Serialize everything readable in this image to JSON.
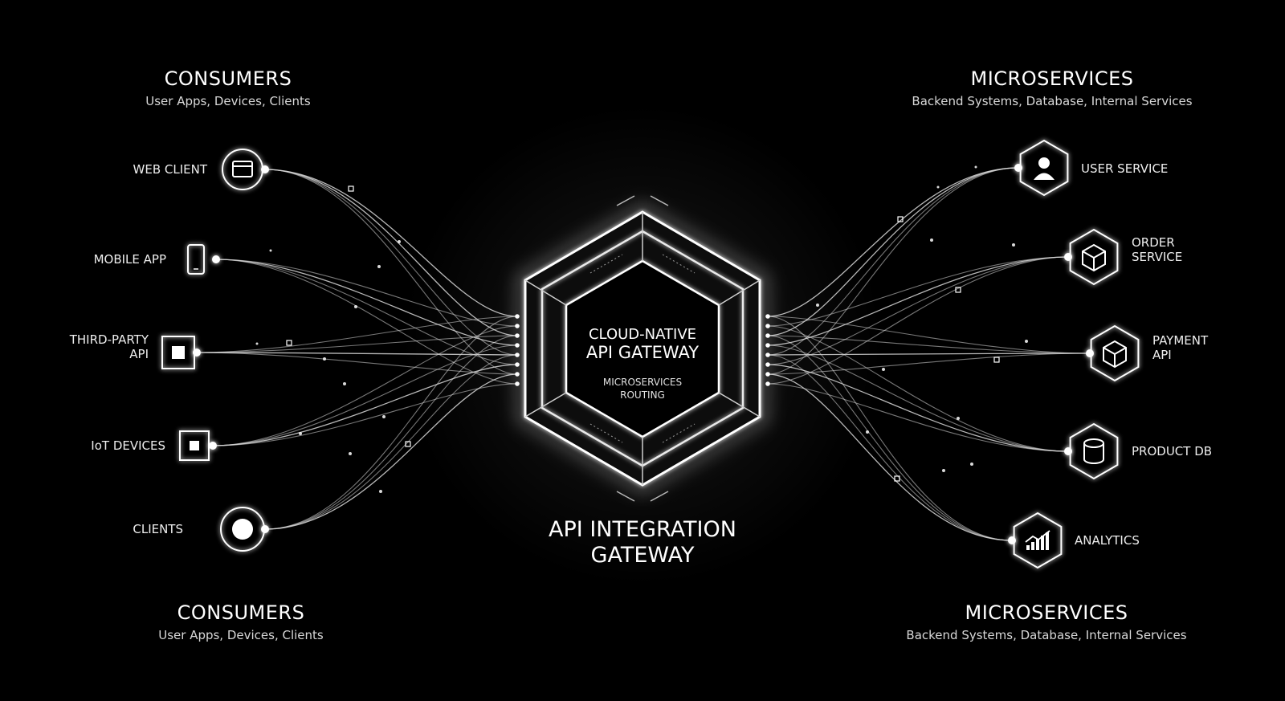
{
  "left_top": {
    "heading": "CONSUMERS",
    "sub": "User Apps, Devices, Clients"
  },
  "left_bottom": {
    "heading": "CONSUMERS",
    "sub": "User Apps, Devices, Clients"
  },
  "right_top": {
    "heading": "MICROSERVICES",
    "sub": "Backend Systems, Database, Internal Services"
  },
  "right_bottom": {
    "heading": "MICROSERVICES",
    "sub": "Backend Systems, Database, Internal Services"
  },
  "core": {
    "line1": "CLOUD-NATIVE",
    "line2": "API GATEWAY",
    "sub1": "MICROSERVICES",
    "sub2": "ROUTING"
  },
  "gateway_title": {
    "line1": "API INTEGRATION",
    "line2": "GATEWAY"
  },
  "consumers": [
    {
      "id": "web-client",
      "label_lines": [
        "WEB CLIENT"
      ],
      "icon": "browser-icon"
    },
    {
      "id": "mobile-app",
      "label_lines": [
        "MOBILE APP"
      ],
      "icon": "mobile-phone-icon"
    },
    {
      "id": "third-party-api",
      "label_lines": [
        "THIRD-PARTY",
        "API"
      ],
      "icon": "api-square-icon"
    },
    {
      "id": "iot-devices",
      "label_lines": [
        "IoT DEVICES"
      ],
      "icon": "iot-chip-icon"
    },
    {
      "id": "clients",
      "label_lines": [
        "CLIENTS"
      ],
      "icon": "client-circle-icon"
    }
  ],
  "services": [
    {
      "id": "user-service",
      "label_lines": [
        "USER SERVICE"
      ],
      "icon": "user-icon"
    },
    {
      "id": "order-service",
      "label_lines": [
        "ORDER",
        "SERVICE"
      ],
      "icon": "cube-icon"
    },
    {
      "id": "payment-api",
      "label_lines": [
        "PAYMENT",
        "API"
      ],
      "icon": "cube-icon"
    },
    {
      "id": "product-db",
      "label_lines": [
        "PRODUCT DB"
      ],
      "icon": "database-icon"
    },
    {
      "id": "analytics",
      "label_lines": [
        "ANALYTICS"
      ],
      "icon": "bar-chart-icon"
    }
  ]
}
